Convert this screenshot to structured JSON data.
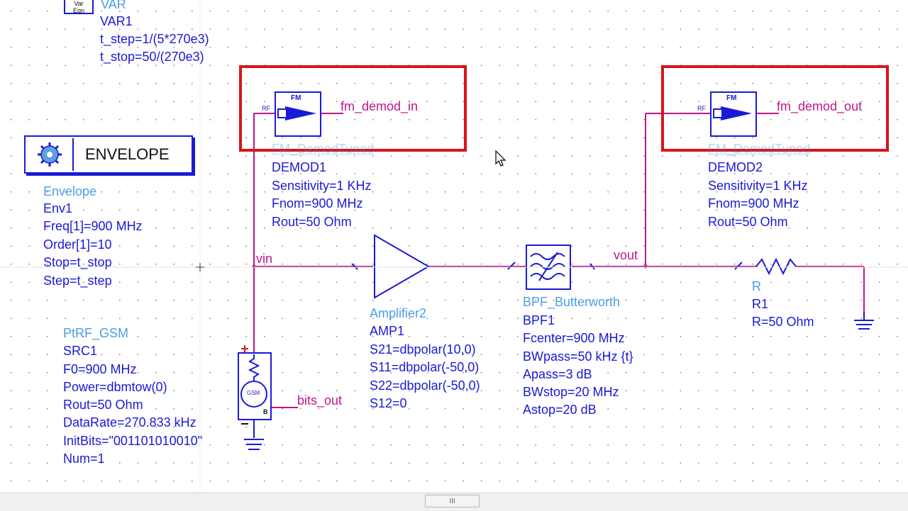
{
  "var_block": {
    "icon_text": "Var\nEqn",
    "title": "VAR",
    "name": "VAR1",
    "params": [
      "t_step=1/(5*270e3)",
      "t_stop=50/(270e3)"
    ]
  },
  "envelope": {
    "box_label": "ENVELOPE",
    "type": "Envelope",
    "name": "Env1",
    "params": [
      "Freq[1]=900 MHz",
      "Order[1]=10",
      "Stop=t_stop",
      "Step=t_step"
    ]
  },
  "source": {
    "type": "PtRF_GSM",
    "name": "SRC1",
    "params": [
      "F0=900 MHz",
      "Power=dbmtow(0)",
      "Rout=50 Ohm",
      "DataRate=270.833 kHz",
      "InitBits=\"001101010010\"",
      "Num=1"
    ],
    "symbol_text": "GSM",
    "pin_b": "B"
  },
  "demod1": {
    "symbol_title": "FM",
    "pin_label": "RF",
    "output_net": "fm_demod_in",
    "type_ghost": "FM_DemodTuned",
    "name": "DEMOD1",
    "params": [
      "Sensitivity=1 KHz",
      "Fnom=900 MHz",
      "Rout=50 Ohm"
    ]
  },
  "demod2": {
    "symbol_title": "FM",
    "pin_label": "RF",
    "output_net": "fm_demod_out",
    "type_ghost": "FM_DemodTuned",
    "name": "DEMOD2",
    "params": [
      "Sensitivity=1 KHz",
      "Fnom=900 MHz",
      "Rout=50 Ohm"
    ]
  },
  "amp": {
    "type": "Amplifier2",
    "name": "AMP1",
    "params": [
      "S21=dbpolar(10,0)",
      "S11=dbpolar(-50,0)",
      "S22=dbpolar(-50,0)",
      "S12=0"
    ]
  },
  "bpf": {
    "type": "BPF_Butterworth",
    "name": "BPF1",
    "params": [
      "Fcenter=900 MHz",
      "BWpass=50 kHz {t}",
      "Apass=3 dB",
      "BWstop=20 MHz",
      "Astop=20 dB"
    ]
  },
  "resistor": {
    "type": "R",
    "name": "R1",
    "params": [
      "R=50 Ohm"
    ]
  },
  "nets": {
    "vin": "vin",
    "vout": "vout",
    "bits_out": "bits_out"
  },
  "scrollbar": {
    "thumb_grip": "III"
  },
  "colors": {
    "wire": "#c0168c",
    "component": "#1a1ad6",
    "highlight": "#d8151a",
    "type_label": "#4a9ee8"
  }
}
